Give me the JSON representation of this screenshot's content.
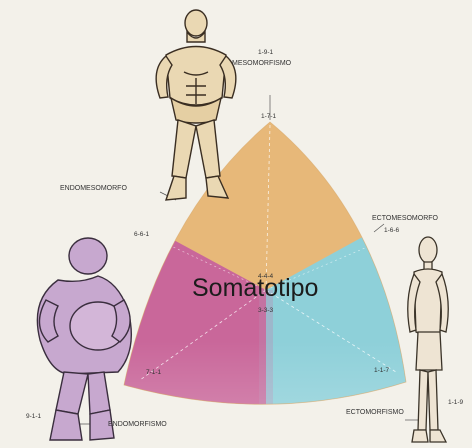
{
  "diagram": {
    "title": "Somatotipo",
    "labels": {
      "mesomorfismo": "MESOMORFISMO",
      "endomesomorfo": "ENDOMESOMORFO",
      "ectomesomorfo": "ECTOMESOMORFO",
      "endomorfismo": "ENDOMORFISMO",
      "ectomorfismo": "ECTOMORFISMO"
    },
    "codes": {
      "top_outer": "1-9-1",
      "top_inner": "1-7-1",
      "left_mid": "6-6-1",
      "right_mid": "1-6-6",
      "center_upper": "4-4-4",
      "center_lower": "3-3-3",
      "bottom_left_inner": "7-1-1",
      "bottom_left_outer": "9-1-1",
      "bottom_right_inner": "1-1-7",
      "bottom_right_outer": "1-1-9"
    },
    "colors": {
      "background": "#f3f1ea",
      "meso_region": "#e7b879",
      "endo_region": "#c9679a",
      "ecto_region": "#8ed0d9",
      "figure_meso": "#ead8b3",
      "figure_endo": "#c7a8cf",
      "figure_ecto": "#eee4d3"
    }
  }
}
